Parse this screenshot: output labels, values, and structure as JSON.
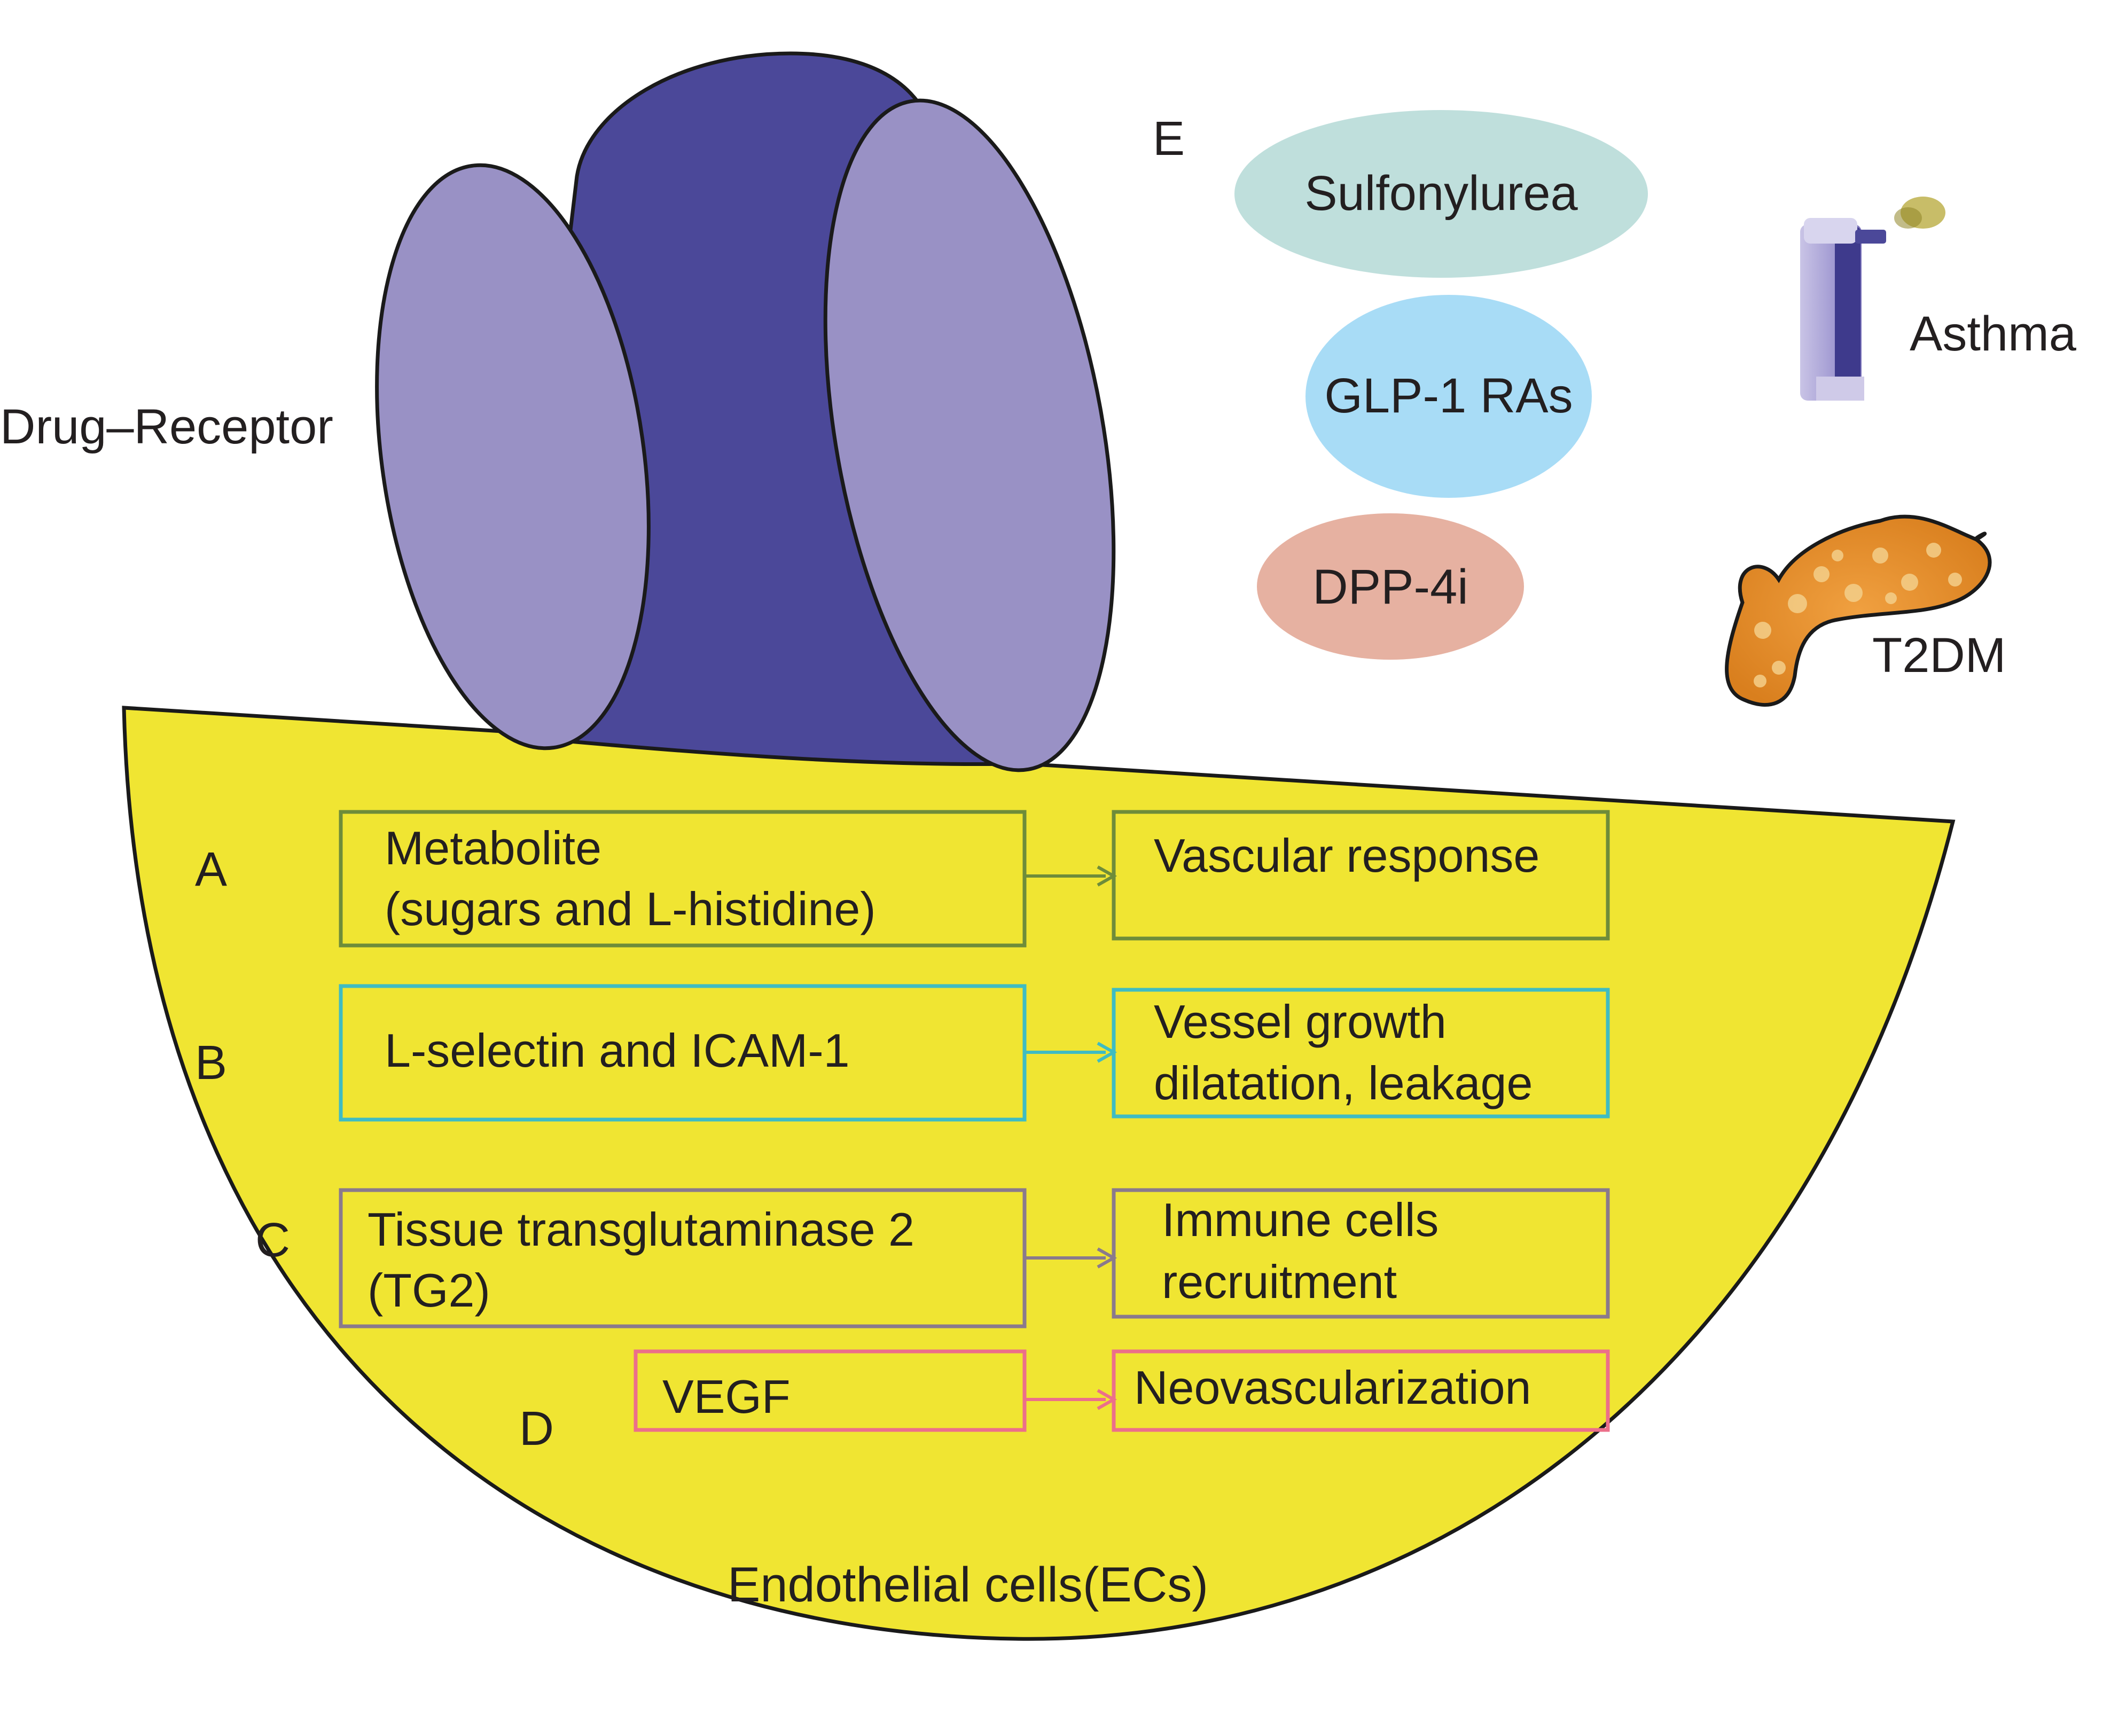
{
  "receptor": {
    "label": "Drug–Receptor",
    "colors": {
      "core": "#4b4899",
      "lobe": "#9991c5",
      "outline": "#1a1a1a"
    }
  },
  "drugs": {
    "letter": "E",
    "items": [
      {
        "label": "Sulfonylurea",
        "color": "#bfdfdc"
      },
      {
        "label": "GLP-1 RAs",
        "color": "#a8dcf6"
      },
      {
        "label": "DPP-4i",
        "color": "#e6b1a1"
      }
    ]
  },
  "diseases": [
    {
      "label": "Asthma",
      "icon": "inhaler-icon"
    },
    {
      "label": "T2DM",
      "icon": "pancreas-icon"
    }
  ],
  "cell": {
    "label": "Endothelial cells(ECs)",
    "color": "#f0e532"
  },
  "pathways": [
    {
      "letter": "A",
      "source": [
        "Metabolite",
        "(sugars and L-histidine)"
      ],
      "target": [
        "Vascular response"
      ],
      "color": "#6e8c3a"
    },
    {
      "letter": "B",
      "source": [
        "L-selectin and ICAM-1"
      ],
      "target": [
        "Vessel growth",
        "dilatation, leakage"
      ],
      "color": "#3fbcc2"
    },
    {
      "letter": "C",
      "source": [
        "Tissue transglutaminase 2",
        "(TG2)"
      ],
      "target": [
        "Immune cells",
        "recruitment"
      ],
      "color": "#8a7a8c"
    },
    {
      "letter": "D",
      "source": [
        "VEGF"
      ],
      "target": [
        "Neovascularization"
      ],
      "color": "#ec6f8a"
    }
  ]
}
